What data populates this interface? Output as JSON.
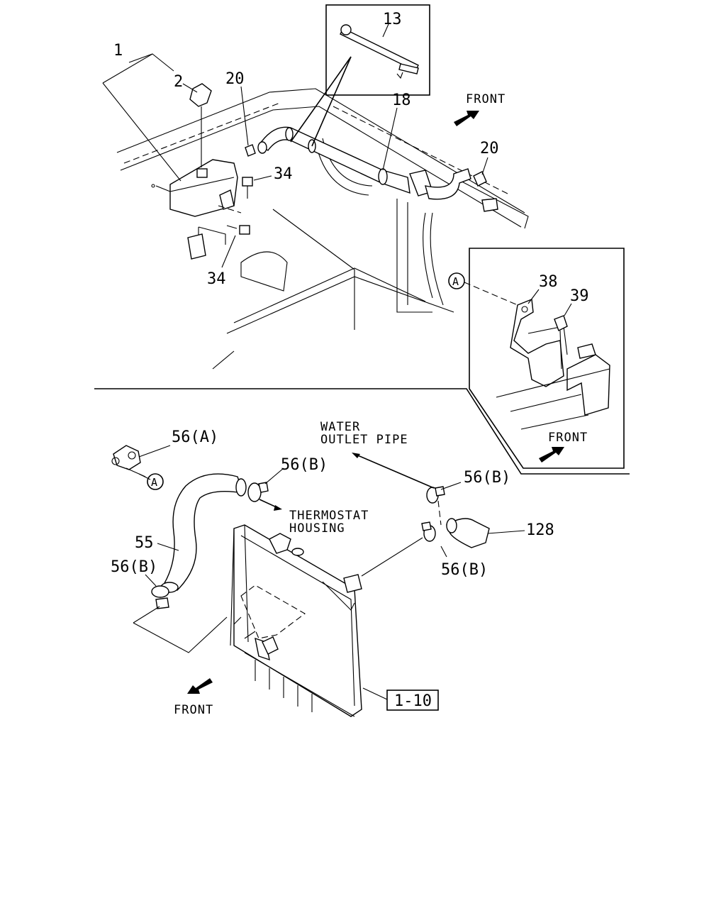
{
  "callouts": {
    "c1": "1",
    "c2": "2",
    "c13": "13",
    "c18": "18",
    "c20_left": "20",
    "c20_right": "20",
    "c34_top": "34",
    "c34_bottom": "34",
    "c38": "38",
    "c39": "39",
    "c55": "55",
    "c128": "128",
    "c56a": "56(A)",
    "c56b_upper_left": "56(B)",
    "c56b_upper_right": "56(B)",
    "c56b_lower_right": "56(B)",
    "c56b_left": "56(B)",
    "ref_box": "1-10",
    "ref_a_marker": "A",
    "ref_a_inset": "A"
  },
  "labels": {
    "front_top": "FRONT",
    "front_inset": "FRONT",
    "front_bottom": "FRONT",
    "water_outlet_line1": "WATER",
    "water_outlet_line2": "OUTLET PIPE",
    "thermostat_line1": "THERMOSTAT",
    "thermostat_line2": "HOUSING"
  },
  "icons": {
    "arrow": "front-direction-arrow",
    "marker": "circled-reference-marker"
  }
}
